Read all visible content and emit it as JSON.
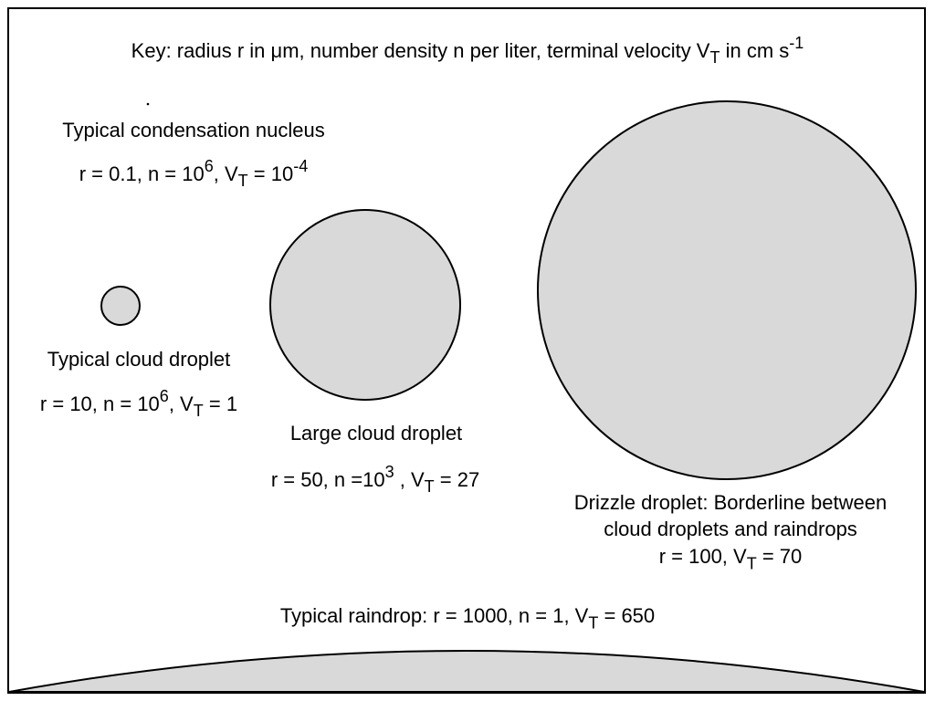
{
  "key": {
    "prefix": "Key: radius r in ",
    "mu": "μ",
    "middle": "m, number density n per liter, terminal velocity V",
    "v_sub": "T",
    "unit": " in cm s",
    "unit_sup": "-1"
  },
  "colors": {
    "drop_fill": "#d9d9d9",
    "stroke": "#000000",
    "background": "#ffffff"
  },
  "drops": {
    "nucleus": {
      "title": "Typical condensation nucleus",
      "r": "r = 0.1, n = 10",
      "n_exp": "6",
      "v": ", V",
      "v_sub": "T",
      "eq": " = 10",
      "v_exp": "-4"
    },
    "cloud": {
      "title": "Typical cloud droplet",
      "r": "r = 10, n = 10",
      "n_exp": "6",
      "v": ", V",
      "v_sub": "T",
      "eq": " = 1"
    },
    "large": {
      "title": "Large cloud droplet",
      "r": "r = 50, n =10",
      "n_exp": "3",
      "v": " , V",
      "v_sub": "T",
      "eq": " = 27"
    },
    "drizzle": {
      "title_1": "Drizzle droplet: Borderline between",
      "title_2": "cloud droplets and raindrops",
      "r": "r = 100, V",
      "v_sub": "T",
      "eq": " = 70"
    },
    "raindrop": {
      "title": "Typical raindrop: r = 1000, n = 1, V",
      "v_sub": "T",
      "eq": " = 650"
    }
  }
}
